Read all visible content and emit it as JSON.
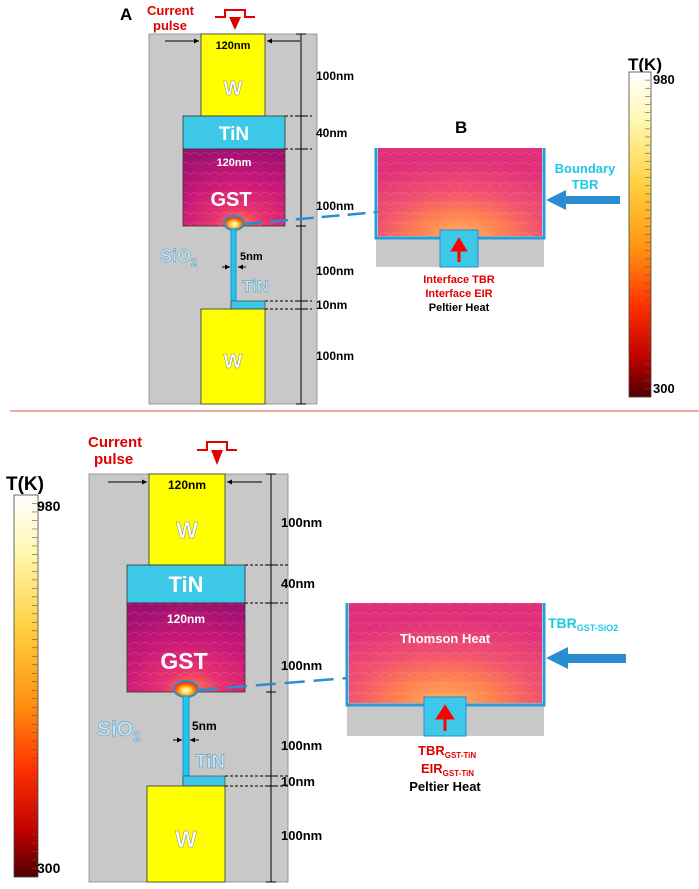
{
  "panels": {
    "a": {
      "letter": "A",
      "current_pulse": [
        "Current",
        "pulse"
      ],
      "width_label": "120nm",
      "w_top": "W",
      "w_bottom": "W",
      "tin_top": "TiN",
      "tin_heater": "TiN",
      "gst_width": "120nm",
      "gst": "GST",
      "sio2": "SiO",
      "sio2_sub": "2",
      "heater_width": "5nm",
      "dims": [
        "100nm",
        "40nm",
        "100nm",
        "100nm",
        "10nm",
        "100nm"
      ]
    },
    "b": {
      "letter": "B",
      "boundary": [
        "Boundary",
        "TBR"
      ],
      "interface": [
        "Interface TBR",
        "Interface EIR",
        "Peltier Heat"
      ]
    },
    "scale_top": {
      "title": "T(K)",
      "max": "980",
      "min": "300"
    },
    "c": {
      "current_pulse": [
        "Current",
        "pulse"
      ],
      "width_label": "120nm",
      "w_top": "W",
      "w_bottom": "W",
      "tin_top": "TiN",
      "tin_heater": "TiN",
      "gst_width": "120nm",
      "gst": "GST",
      "sio2": "SiO",
      "sio2_sub": "2",
      "heater_width": "5nm",
      "dims": [
        "100nm",
        "40nm",
        "100nm",
        "100nm",
        "10nm",
        "100nm"
      ]
    },
    "d": {
      "thomson": "Thomson Heat",
      "tbr_side": "TBR",
      "tbr_side_sub": "GST-SiO2",
      "tbr": "TBR",
      "tbr_sub": "GST-TiN",
      "eir": "EIR",
      "eir_sub": "GST-TiN",
      "peltier": "Peltier Heat"
    },
    "scale_bottom": {
      "title": "T(K)",
      "max": "980",
      "min": "300"
    }
  },
  "colors": {
    "gray": "#c8c8c8",
    "tungsten": "#ffff00",
    "tin": "#3cc8e6",
    "gst": "#b4146e",
    "red": "#ff0000",
    "blue": "#2a8cd2",
    "heater_blue": "#1ec8e6"
  }
}
